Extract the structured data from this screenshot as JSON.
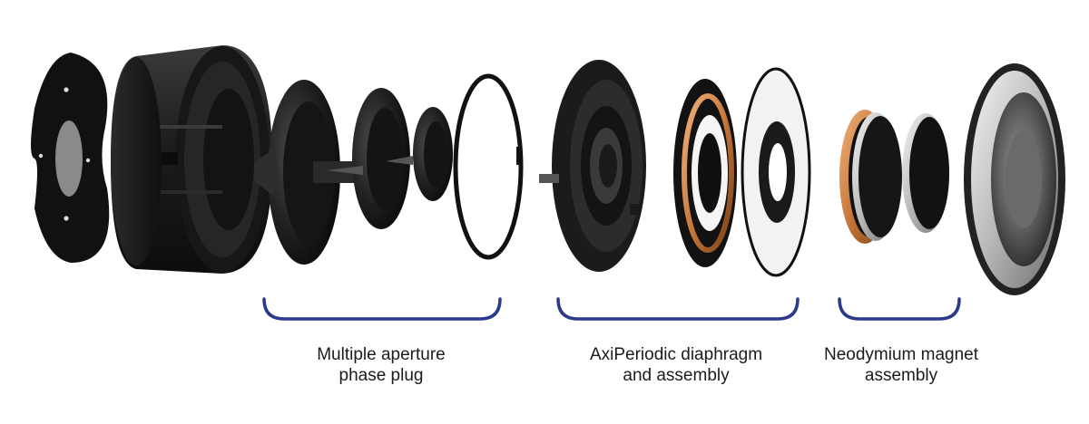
{
  "labels": {
    "phase_plug": {
      "line1": "Multiple aperture",
      "line2": "phase plug"
    },
    "diaphragm": {
      "line1": "AxiPeriodic diaphragm",
      "line2": "and assembly"
    },
    "magnet": {
      "line1": "Neodymium magnet",
      "line2": "assembly"
    }
  },
  "colors": {
    "bracket": "#2b3a8a",
    "part_dark": "#1a1a1a",
    "copper": "#c8783a",
    "silver": "#c9c9c9"
  }
}
